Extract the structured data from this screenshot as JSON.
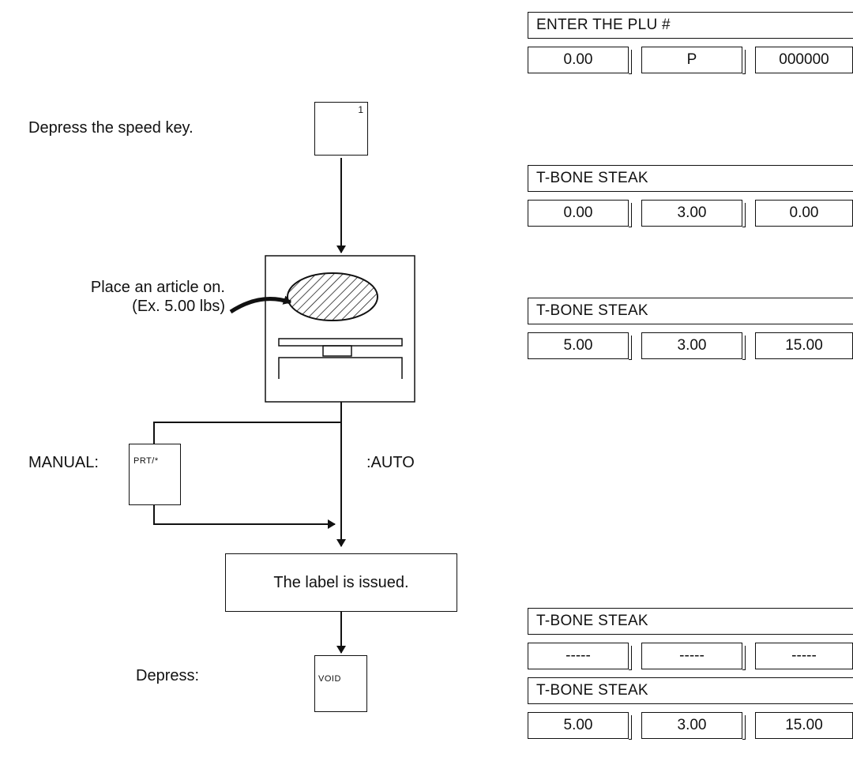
{
  "left": {
    "step1_label": "Depress the speed key.",
    "speed_key_number": "1",
    "step2_label_line1": "Place an article on.",
    "step2_label_line2": "(Ex. 5.00 lbs)",
    "manual_label": "MANUAL:",
    "manual_key": "PRT/*",
    "auto_label": ":AUTO",
    "issued_text": "The label is issued.",
    "void_label": "Depress:",
    "void_key": "VOID"
  },
  "displays": [
    {
      "title": "ENTER THE PLU #",
      "cells": [
        "0.00",
        "P",
        "000000"
      ]
    },
    {
      "title": "T-BONE STEAK",
      "cells": [
        "0.00",
        "3.00",
        "0.00"
      ]
    },
    {
      "title": "T-BONE STEAK",
      "cells": [
        "5.00",
        "3.00",
        "15.00"
      ]
    },
    {
      "title": "T-BONE STEAK",
      "cells": [
        "-----",
        "-----",
        "-----"
      ]
    },
    {
      "title": "T-BONE STEAK",
      "cells": [
        "5.00",
        "3.00",
        "15.00"
      ]
    }
  ]
}
